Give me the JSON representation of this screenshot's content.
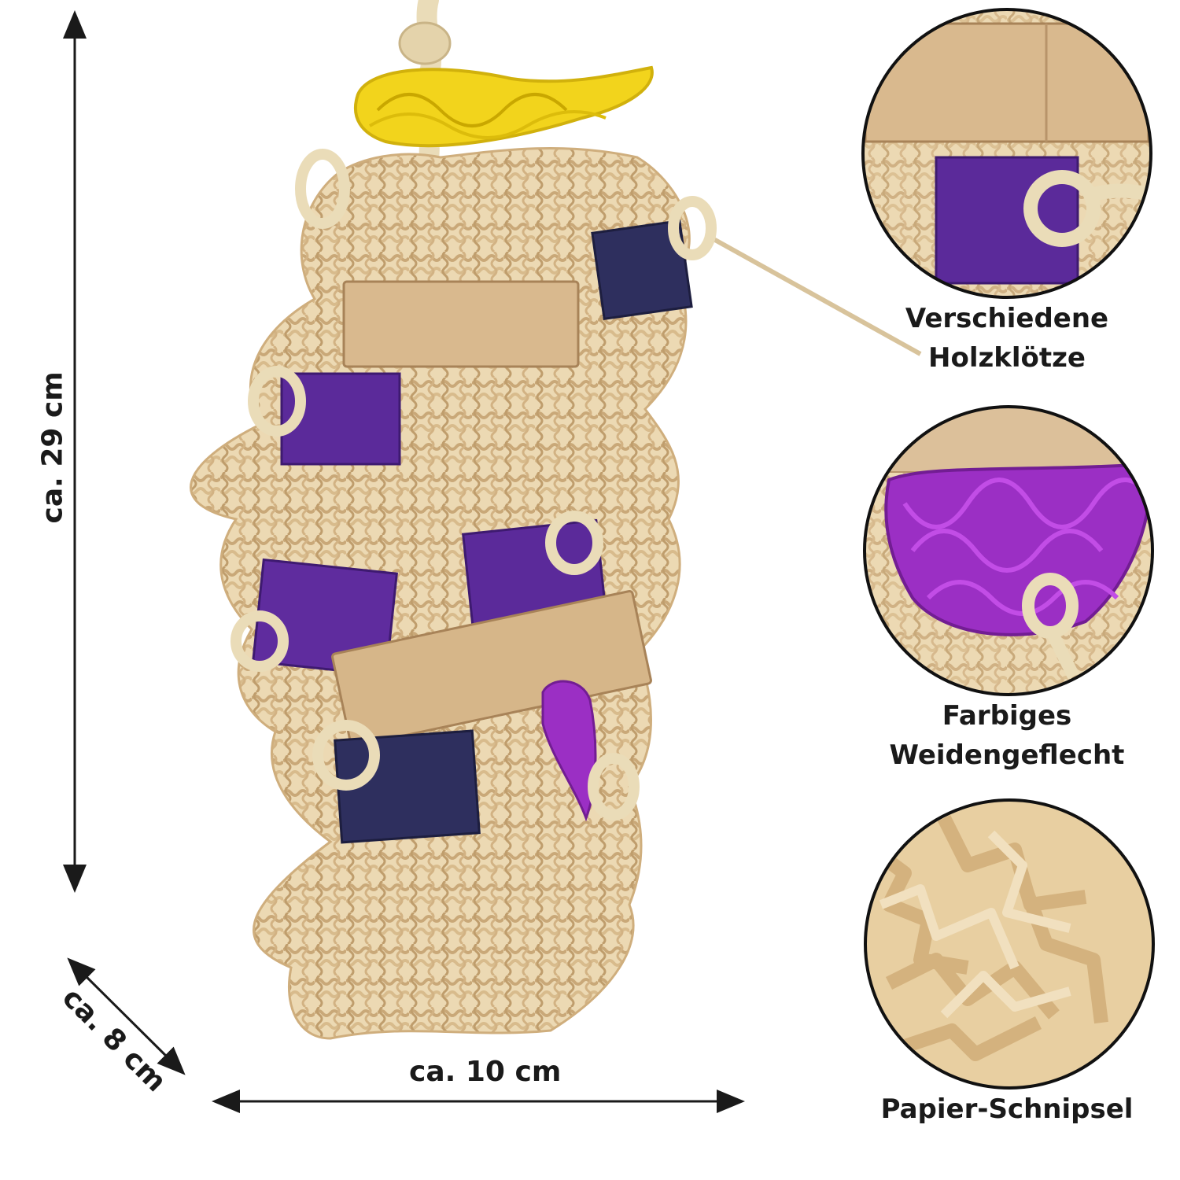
{
  "dimensions": {
    "height_label": "ca. 29 cm",
    "depth_label": "ca. 8 cm",
    "width_label": "ca. 10 cm"
  },
  "callouts": [
    {
      "line1": "Verschiedene",
      "line2": "Holzklötze"
    },
    {
      "line1": "Farbiges",
      "line2": "Weidengeflecht"
    },
    {
      "line1": "Papier-Schnipsel",
      "line2": ""
    }
  ],
  "colors": {
    "wood": "#d9b98e",
    "paper": "#e6cfa5",
    "purple_block": "#5b2a9a",
    "navy_block": "#2e2f5e",
    "yellow_wicker": "#f2d41c",
    "purple_wicker": "#9b2fc4",
    "rope": "#eadcb8",
    "text": "#1a1a1a"
  }
}
